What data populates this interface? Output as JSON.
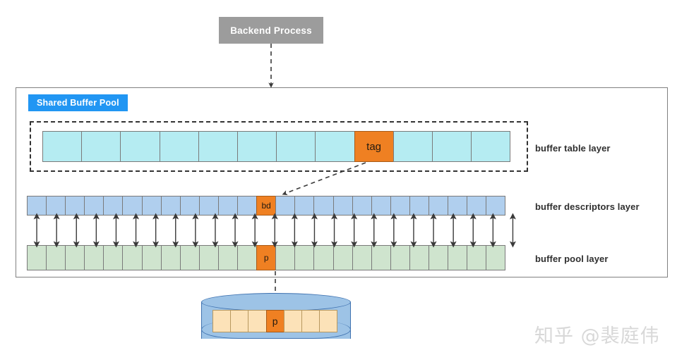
{
  "diagram": {
    "title_box": {
      "label": "Backend Process",
      "color": "#9c9c9c"
    },
    "container": {
      "badge_label": "Shared Buffer Pool",
      "badge_color": "#2196f3",
      "border_color": "#808080"
    },
    "layers": [
      {
        "id": "buffer-table",
        "label": "buffer table layer",
        "cell_color": "#b5ecf2",
        "cell_count": 12,
        "highlight_index": 8,
        "highlight_label": "tag",
        "highlight_color": "#ef8022",
        "dashed_group": true
      },
      {
        "id": "buffer-descriptors",
        "label": "buffer descriptors layer",
        "cell_color": "#b0cfee",
        "cell_count": 25,
        "highlight_index": 12,
        "highlight_label": "bd",
        "highlight_color": "#ef8022",
        "dashed_group": false
      },
      {
        "id": "buffer-pool",
        "label": "buffer pool layer",
        "cell_color": "#cfe4ce",
        "cell_count": 25,
        "highlight_index": 12,
        "highlight_label": "p",
        "highlight_color": "#ef8022",
        "dashed_group": false
      }
    ],
    "disk": {
      "cell_count": 7,
      "cell_color": "#fce2b8",
      "highlight_index": 3,
      "highlight_label": "p",
      "highlight_color": "#ef8022",
      "body_color": "#9dc3e6"
    },
    "connectors": {
      "backend_to_pool": "dashed-arrow-down",
      "tag_to_bd": "dashed-arrow-diagonal",
      "desc_to_pool": "dashed-double-arrows",
      "pool_to_disk": "dashed-arrow-down",
      "bidirectional_pair_count": 25
    },
    "watermark": "知乎 @裴庭伟"
  }
}
